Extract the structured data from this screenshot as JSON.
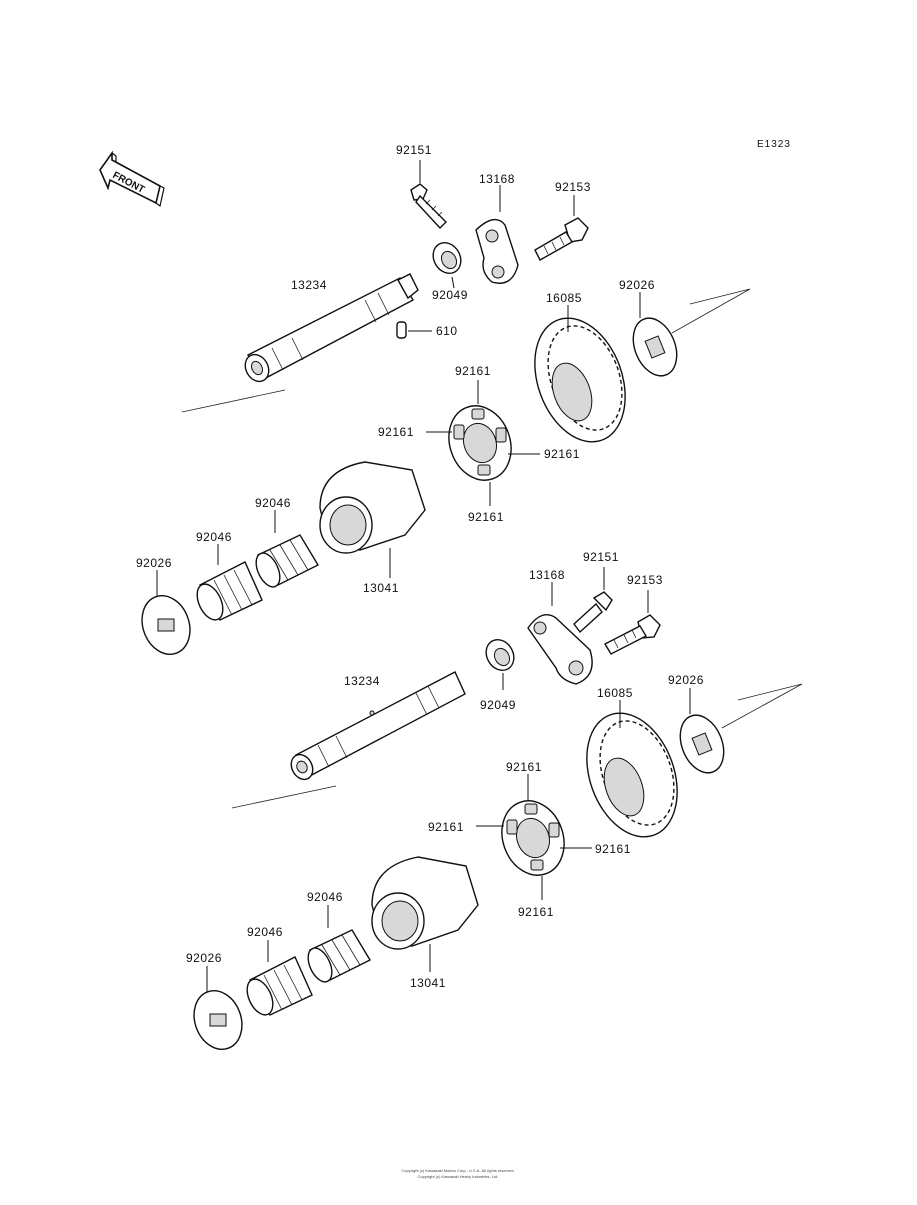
{
  "diagram": {
    "code": "E1323",
    "front_label": "FRONT",
    "footer": [
      "Copyright (c) Kawasaki Motors Corp., U.S.A. All rights reserved.",
      "Copyright (c) Kawasaki Heavy Industries, Ltd."
    ],
    "labels": [
      {
        "id": "u-92151",
        "text": "92151"
      },
      {
        "id": "u-13168",
        "text": "13168"
      },
      {
        "id": "u-92153",
        "text": "92153"
      },
      {
        "id": "u-13234",
        "text": "13234"
      },
      {
        "id": "u-92049",
        "text": "92049"
      },
      {
        "id": "u-610",
        "text": "610"
      },
      {
        "id": "u-16085",
        "text": "16085"
      },
      {
        "id": "u-92026a",
        "text": "92026"
      },
      {
        "id": "u-92161-top",
        "text": "92161"
      },
      {
        "id": "u-92161-left",
        "text": "92161"
      },
      {
        "id": "u-92161-right",
        "text": "92161"
      },
      {
        "id": "u-92161-bottom",
        "text": "92161"
      },
      {
        "id": "u-92046a",
        "text": "92046"
      },
      {
        "id": "u-92046b",
        "text": "92046"
      },
      {
        "id": "u-92026b",
        "text": "92026"
      },
      {
        "id": "u-13041",
        "text": "13041"
      },
      {
        "id": "l-13168",
        "text": "13168"
      },
      {
        "id": "l-92151",
        "text": "92151"
      },
      {
        "id": "l-92153",
        "text": "92153"
      },
      {
        "id": "l-13234",
        "text": "13234"
      },
      {
        "id": "l-92049",
        "text": "92049"
      },
      {
        "id": "l-16085",
        "text": "16085"
      },
      {
        "id": "l-92026a",
        "text": "92026"
      },
      {
        "id": "l-92161-top",
        "text": "92161"
      },
      {
        "id": "l-92161-left",
        "text": "92161"
      },
      {
        "id": "l-92161-right",
        "text": "92161"
      },
      {
        "id": "l-92161-bottom",
        "text": "92161"
      },
      {
        "id": "l-92046a",
        "text": "92046"
      },
      {
        "id": "l-92046b",
        "text": "92046"
      },
      {
        "id": "l-92026b",
        "text": "92026"
      },
      {
        "id": "l-13041",
        "text": "13041"
      }
    ]
  }
}
